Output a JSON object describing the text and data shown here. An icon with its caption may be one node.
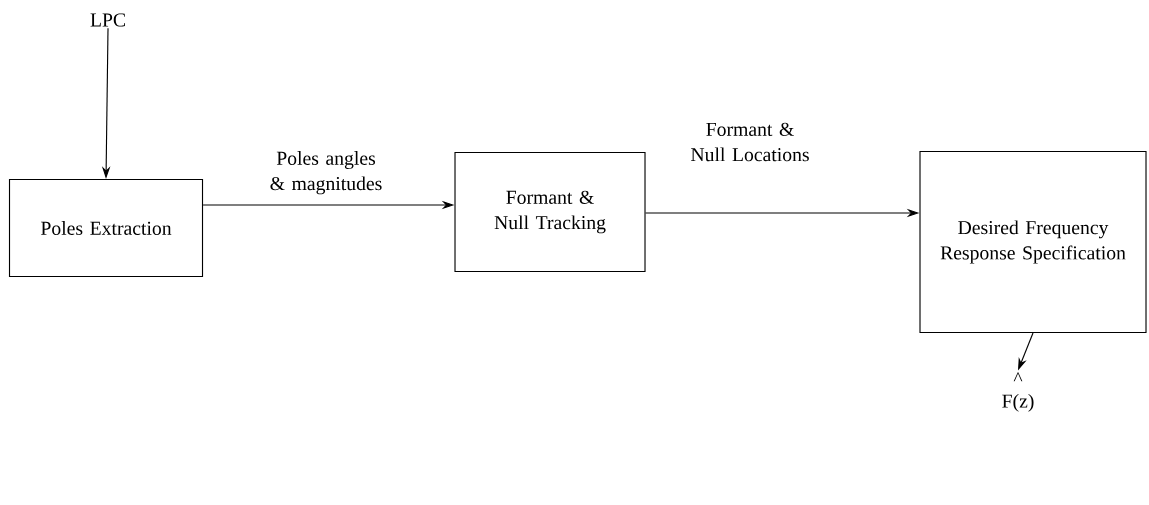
{
  "diagram": {
    "nodes": [
      {
        "text": [
          "LPC"
        ]
      },
      {
        "text": [
          "Poles Extraction"
        ]
      },
      {
        "text": [
          "Formant & Null Tracking"
        ]
      },
      {
        "text": [
          "Desired Frequency Response Specification"
        ]
      },
      {
        "text": [
          "^",
          "F(z)"
        ]
      }
    ],
    "edges": [
      {
        "from": 0,
        "to": 1,
        "arrow": "to"
      },
      {
        "from": 1,
        "to": 2,
        "arrow": "to",
        "label": "Poles angles & magnitudes"
      },
      {
        "from": 2,
        "to": 3,
        "arrow": "to",
        "label": "Formant & Null Locations"
      },
      {
        "from": 3,
        "to": 4,
        "arrow": "to"
      }
    ]
  }
}
